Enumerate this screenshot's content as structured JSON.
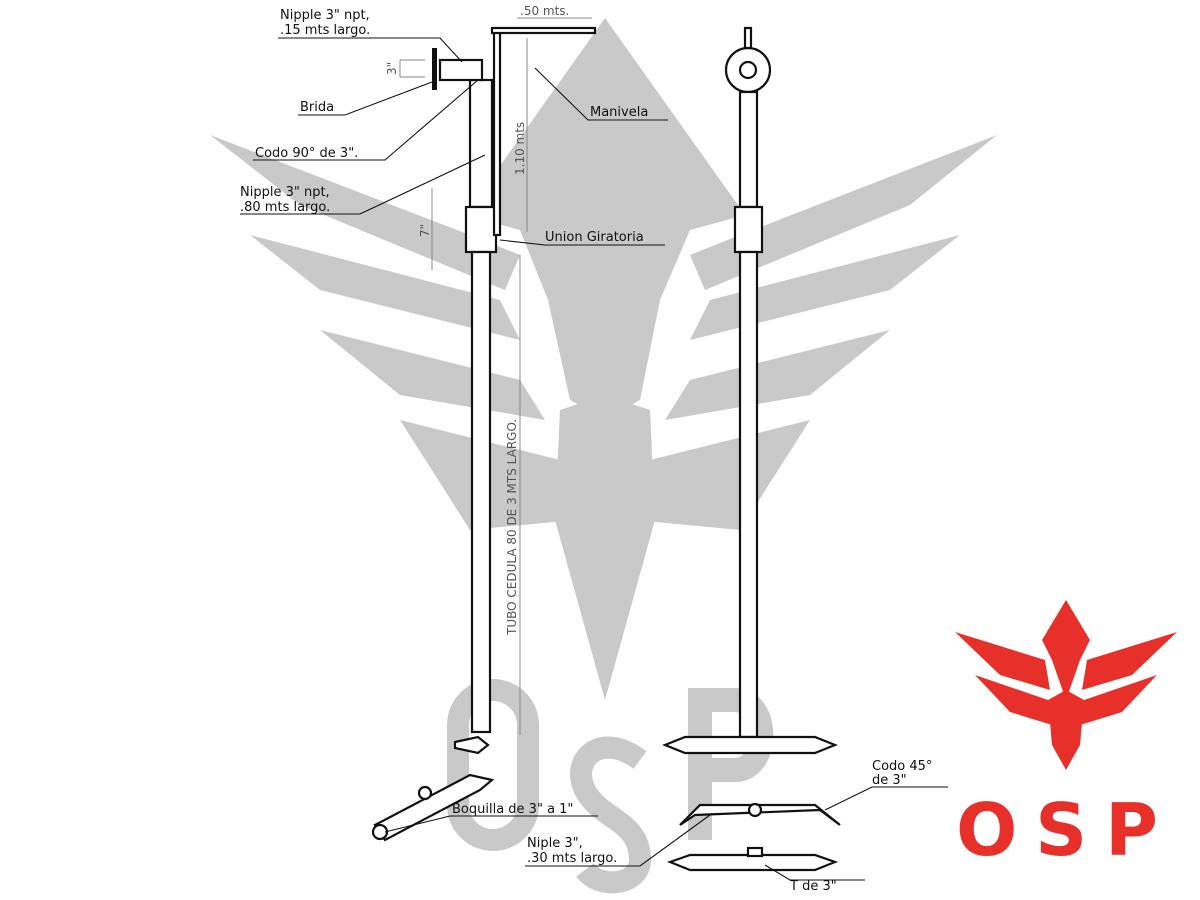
{
  "labels": {
    "nipple_short": [
      "Nipple 3\" npt,",
      ".15 mts largo."
    ],
    "brida": "Brida",
    "codo90": "Codo 90° de 3\".",
    "nipple_long": [
      "Nipple 3\" npt,",
      ".80 mts largo."
    ],
    "manivela": "Manivela",
    "union": "Union Giratoria",
    "boquilla": "Boquilla de 3\" a 1\"",
    "niple": [
      "Niple 3\",",
      ".30 mts largo."
    ],
    "codo45": [
      "Codo 45°",
      "de 3\""
    ],
    "tee": "T de 3\""
  },
  "dimensions": {
    "crank_width": ".50 mts.",
    "crank_height": "1.10 mts",
    "flange": "3\"",
    "union_height": "7\"",
    "tube": "TUBO CEDULA 80 DE 3 MTS LARGO."
  },
  "logo": {
    "text": "OSP",
    "color": "#e8302a",
    "watermark_color": "#c9c9c9"
  }
}
